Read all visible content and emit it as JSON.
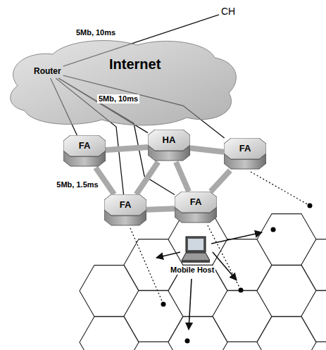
{
  "diagram": {
    "nodes": [
      {
        "text": [
          "CH"
        ]
      },
      {
        "text": [
          "Internet"
        ]
      },
      {
        "text": [
          "Router"
        ],
        "in": 1
      },
      {
        "text": [
          "FA"
        ]
      },
      {
        "text": [
          "HA"
        ]
      },
      {
        "text": [
          "FA"
        ]
      },
      {
        "text": [
          "FA"
        ]
      },
      {
        "text": [
          "FA"
        ]
      }
    ],
    "edges": [
      {
        "from": 0,
        "to": 2,
        "arrow": "none",
        "label": "5Mb, 10ms"
      },
      {
        "from": 2,
        "to": 3,
        "arrow": "none"
      },
      {
        "from": 2,
        "to": 4,
        "arrow": "none",
        "label": "5Mb, 10ms"
      },
      {
        "from": 2,
        "to": 5,
        "arrow": "none"
      },
      {
        "from": 2,
        "to": 6,
        "arrow": "none"
      },
      {
        "from": 2,
        "to": 7,
        "arrow": "none"
      },
      {
        "from": 3,
        "to": 4,
        "arrow": "none"
      },
      {
        "from": 4,
        "to": 5,
        "arrow": "none"
      },
      {
        "from": 3,
        "to": 6,
        "arrow": "none",
        "label": "5Mb, 1.5ms"
      },
      {
        "from": 6,
        "to": 7,
        "arrow": "none"
      },
      {
        "from": 5,
        "to": 7,
        "arrow": "none"
      },
      {
        "from": 4,
        "to": 6,
        "arrow": "none"
      },
      {
        "from": 4,
        "to": 7,
        "arrow": "none"
      }
    ],
    "labels": [
      "Mobile Host"
    ]
  }
}
